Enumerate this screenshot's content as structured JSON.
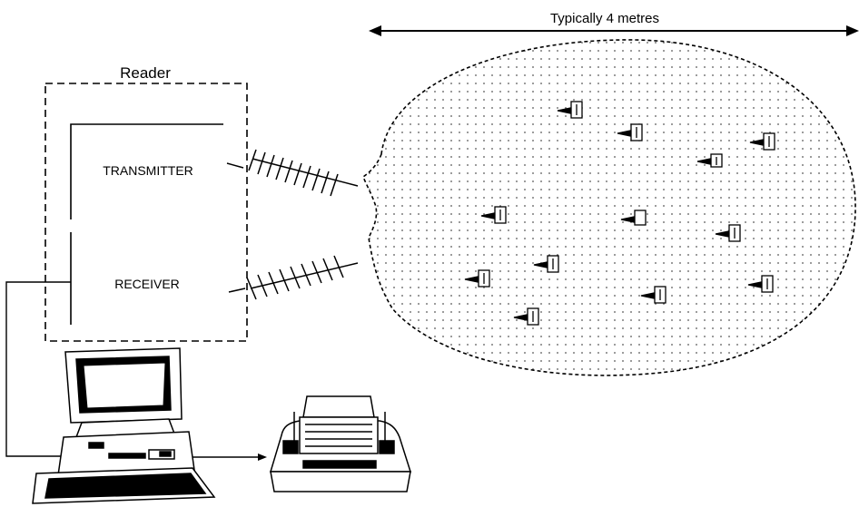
{
  "diagram": {
    "range_label": "Typically 4 metres",
    "reader_label": "Reader",
    "transmitter_label": "TRANSMITTER",
    "receiver_label": "RECEIVER"
  },
  "icons": {
    "computer": "desktop-computer-icon",
    "printer": "printer-icon",
    "tag": "rfid-tag-icon"
  },
  "colors": {
    "ink": "#000000",
    "background": "#ffffff",
    "dots": "#555555"
  }
}
